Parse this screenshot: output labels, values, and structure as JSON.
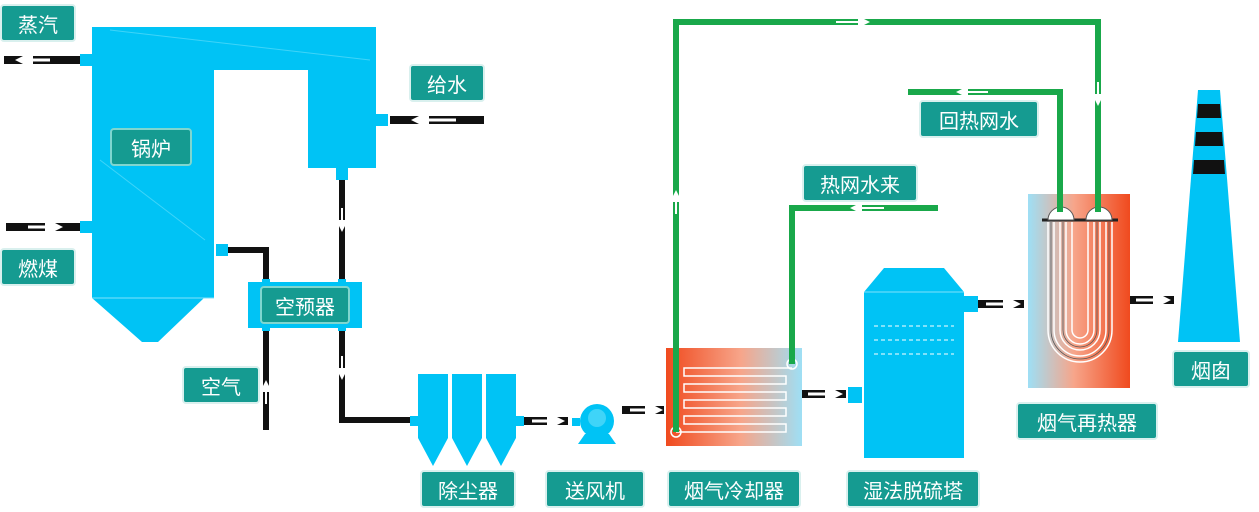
{
  "colors": {
    "equipment": "#00c3f5",
    "label_bg": "#159b91",
    "label_text": "#ffffff",
    "hot_water_line": "#19a84a",
    "flue_pipe": "#111111",
    "cooler_hot": "#f04a1e",
    "cooler_cool": "#9edff5",
    "stack_band": "#111111"
  },
  "labels": {
    "steam": "蒸汽",
    "boiler": "锅炉",
    "feedwater": "给水",
    "coal": "燃煤",
    "air_preheater": "空预器",
    "air": "空气",
    "dust_collector": "除尘器",
    "fan": "送风机",
    "flue_cooler": "烟气冷却器",
    "hot_water_in": "热网水来",
    "hot_water_return": "回热网水",
    "desulfurization_tower": "湿法脱硫塔",
    "reheater": "烟气再热器",
    "chimney": "烟囱"
  }
}
